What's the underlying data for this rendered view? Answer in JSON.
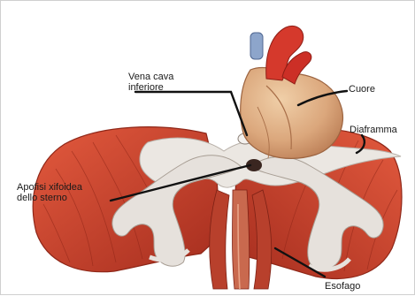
{
  "labels": {
    "vena_cava": [
      "Vena cava",
      "inferiore"
    ],
    "cuore": "Cuore",
    "diaframma": "Diaframma",
    "apofisi": [
      "Apofisi xifoidea",
      "dello sterno"
    ],
    "esofago": "Esofago"
  },
  "colors": {
    "muscle": "#d44a34",
    "muscle_dark": "#9c2a1c",
    "tendon": "#e8e4e0",
    "heart": "#e2b48c",
    "heart_dark": "#b07450",
    "aorta": "#d93a2e",
    "vena_cava_blue": "#8ea6cc",
    "esophagus": "#c86a50",
    "background": "#ffffff"
  }
}
